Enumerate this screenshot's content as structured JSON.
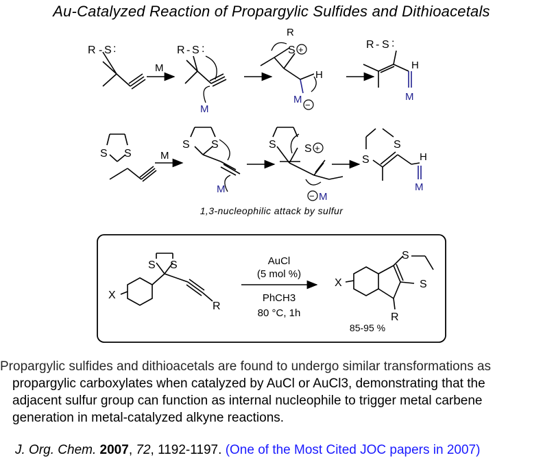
{
  "title": "Au-Catalyzed Reaction of Propargylic Sulfides and Dithioacetals",
  "scheme1": {
    "reagent": "M",
    "r_group": "R",
    "sulfur": "S",
    "metal": "M",
    "hydrogen": "H"
  },
  "scheme2": {
    "reagent": "M",
    "caption": "1,3-nucleophilic attack by sulfur"
  },
  "box": {
    "x_sub": "X",
    "r_sub": "R",
    "catalyst": "AuCl",
    "loading": "(5 mol %)",
    "solvent": "PhCH3",
    "conditions": "80 °C, 1h",
    "yield": "85-95 %"
  },
  "summary": {
    "line1": "Propargylic sulfides and dithioacetals are found to undergo similar transformations as",
    "line2": "propargylic carboxylates when catalyzed by AuCl or AuCl3, demonstrating that the",
    "line3": "adjacent sulfur group can function as internal nucleophile to trigger metal carbene",
    "line4": "generation in metal-catalyzed alkyne reactions."
  },
  "citation": {
    "journal": "J. Org. Chem.",
    "year": "2007",
    "volume": "72",
    "pages": "1192-1197.",
    "note": "(One of the Most Cited JOC papers in 2007)"
  },
  "colors": {
    "metal_blue": "#1f1f8f",
    "link_blue": "#1a1aff"
  }
}
